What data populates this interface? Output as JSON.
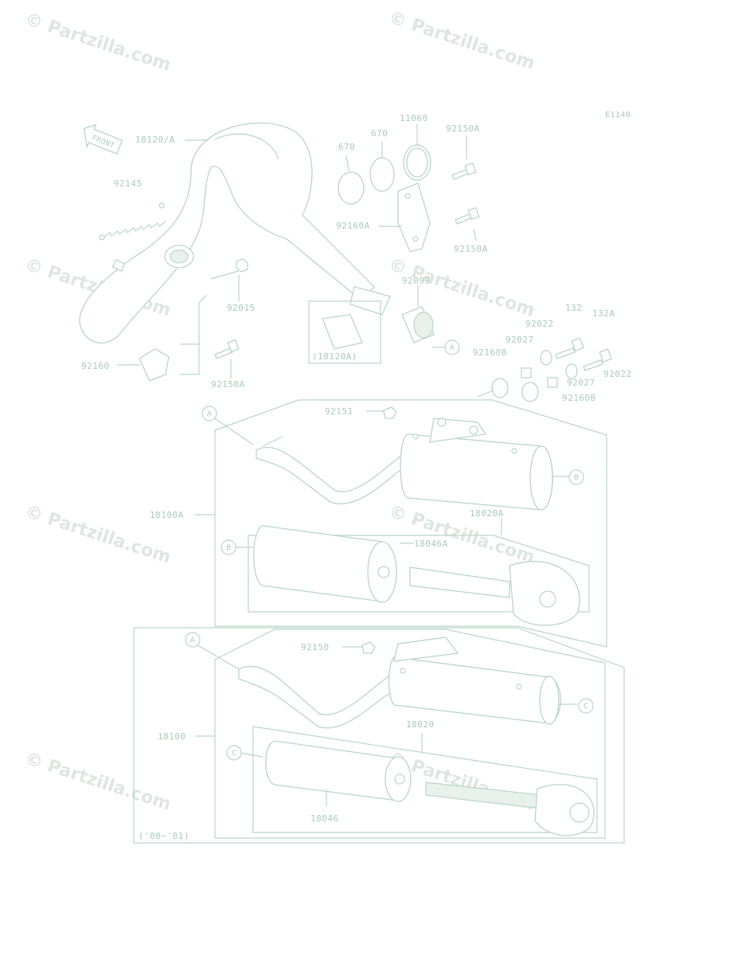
{
  "diagram_code": "E1140",
  "front_label": "FRONT",
  "watermark": "© Partzilla.com",
  "labels": {
    "p18120a": "18120/A",
    "p92145": "92145",
    "p670a": "670",
    "p670b": "670",
    "p11060": "11060",
    "p92150a_top": "92150A",
    "p92160a": "92160A",
    "p92150a_mid": "92150A",
    "p92093": "92093",
    "p92015": "92015",
    "p18120a_inset": "(18120A)",
    "p92160": "92160",
    "p92150a_low": "92150A",
    "p92022_a": "92022",
    "p132": "132",
    "p132a": "132A",
    "p92027_a": "92027",
    "p92160b_a": "92160B",
    "p92022_b": "92022",
    "p92027_b": "92027",
    "p92160b_b": "92160B",
    "p92151": "92151",
    "p18100a": "18100A",
    "p18020a": "18020A",
    "p18046a": "18046A",
    "p92150": "92150",
    "p18100": "18100",
    "p18020": "18020",
    "p18046": "18046",
    "years": "('00~'01)"
  },
  "callouts": {
    "a1": "A",
    "a2": "A",
    "a3": "A",
    "b1": "B",
    "b2": "B",
    "c1": "C",
    "c2": "C"
  }
}
